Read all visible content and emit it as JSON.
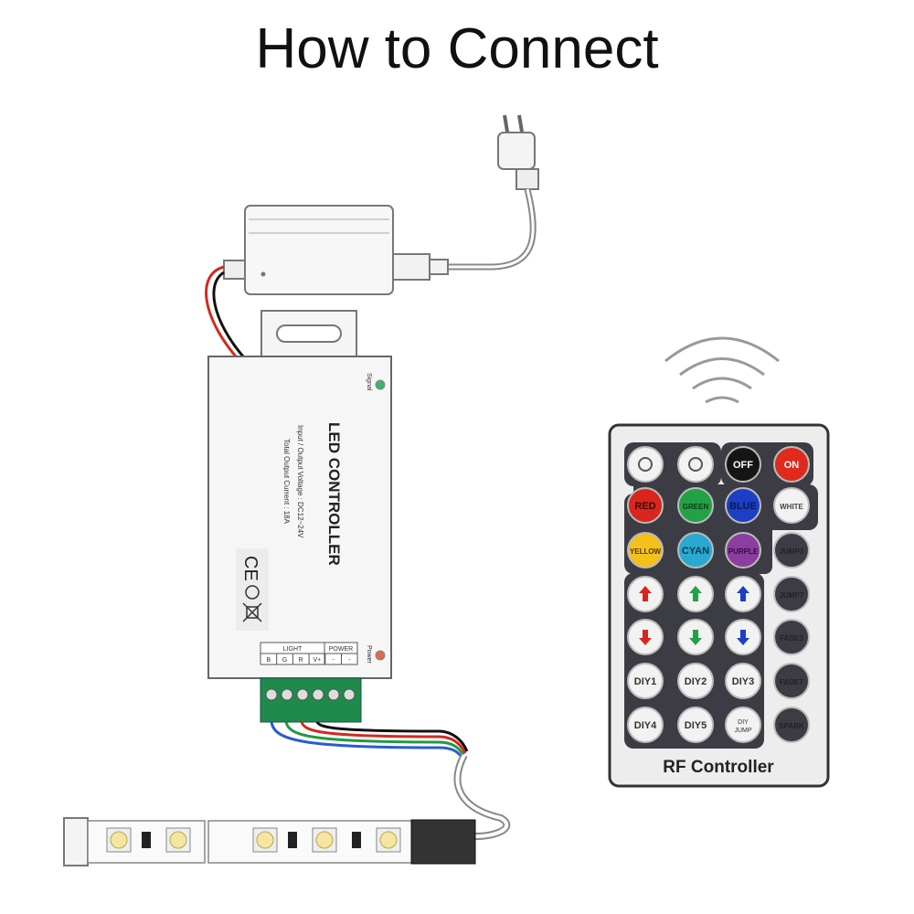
{
  "title": "How to Connect",
  "controller": {
    "name": "LED CONTROLLER",
    "spec_voltage": "Input / Output  Voltage : DC12~24V",
    "spec_current": "Total  Output  Current : 18A",
    "signal_label": "Signal",
    "power_label": "Power",
    "cert_mark": "CE",
    "terminal_header_light": "LIGHT",
    "terminal_header_power": "POWER",
    "terminals": [
      "B",
      "G",
      "R",
      "V+",
      "-",
      "-"
    ]
  },
  "remote": {
    "label": "RF Controller",
    "buttons": [
      {
        "label": "",
        "icon": "brightness-up-icon",
        "color": "#f2f2f2",
        "text": "#333"
      },
      {
        "label": "",
        "icon": "brightness-down-icon",
        "color": "#f2f2f2",
        "text": "#333"
      },
      {
        "label": "OFF",
        "color": "#151515",
        "text": "#fff"
      },
      {
        "label": "ON",
        "color": "#e02a1e",
        "text": "#fff"
      },
      {
        "label": "RED",
        "color": "#d8261f",
        "text": "#3a0a0a"
      },
      {
        "label": "GREEN",
        "color": "#23a147",
        "text": "#0b3a14"
      },
      {
        "label": "BLUE",
        "color": "#1c3fc4",
        "text": "#0b1a55"
      },
      {
        "label": "WHITE",
        "color": "#f2f2f2",
        "text": "#444"
      },
      {
        "label": "YELLOW",
        "color": "#f4c11a",
        "text": "#4a3a00"
      },
      {
        "label": "CYAN",
        "color": "#29a9cf",
        "text": "#0c3a4a"
      },
      {
        "label": "PURPLE",
        "color": "#8c3ea0",
        "text": "#2e0c38"
      },
      {
        "label": "JUMP3",
        "color": "#3c3c44",
        "text": "#222"
      },
      {
        "label": "",
        "icon": "red-up-arrow-icon",
        "arrow": "up",
        "arrowColor": "#d8261f",
        "color": "#f2f2f2"
      },
      {
        "label": "",
        "icon": "green-up-arrow-icon",
        "arrow": "up",
        "arrowColor": "#23a147",
        "color": "#f2f2f2"
      },
      {
        "label": "",
        "icon": "blue-up-arrow-icon",
        "arrow": "up",
        "arrowColor": "#1c3fc4",
        "color": "#f2f2f2"
      },
      {
        "label": "JUMP7",
        "color": "#3c3c44",
        "text": "#222"
      },
      {
        "label": "",
        "icon": "red-down-arrow-icon",
        "arrow": "down",
        "arrowColor": "#d8261f",
        "color": "#f2f2f2"
      },
      {
        "label": "",
        "icon": "green-down-arrow-icon",
        "arrow": "down",
        "arrowColor": "#23a147",
        "color": "#f2f2f2"
      },
      {
        "label": "",
        "icon": "blue-down-arrow-icon",
        "arrow": "down",
        "arrowColor": "#1c3fc4",
        "color": "#f2f2f2"
      },
      {
        "label": "FADE3",
        "color": "#3c3c44",
        "text": "#222"
      },
      {
        "label": "DIY1",
        "color": "#f2f2f2",
        "text": "#333"
      },
      {
        "label": "DIY2",
        "color": "#f2f2f2",
        "text": "#333"
      },
      {
        "label": "DIY3",
        "color": "#f2f2f2",
        "text": "#333"
      },
      {
        "label": "FADE7",
        "color": "#3c3c44",
        "text": "#222"
      },
      {
        "label": "DIY4",
        "color": "#f2f2f2",
        "text": "#333"
      },
      {
        "label": "DIY5",
        "color": "#f2f2f2",
        "text": "#333"
      },
      {
        "label": "DIY JUMP",
        "color": "#f2f2f2",
        "text": "#333"
      },
      {
        "label": "SPARK",
        "color": "#3c3c44",
        "text": "#222"
      }
    ]
  },
  "wire_colors": {
    "blue": "#2a5bd0",
    "green": "#1f9a3f",
    "red": "#d22a1e",
    "black": "#111111"
  }
}
